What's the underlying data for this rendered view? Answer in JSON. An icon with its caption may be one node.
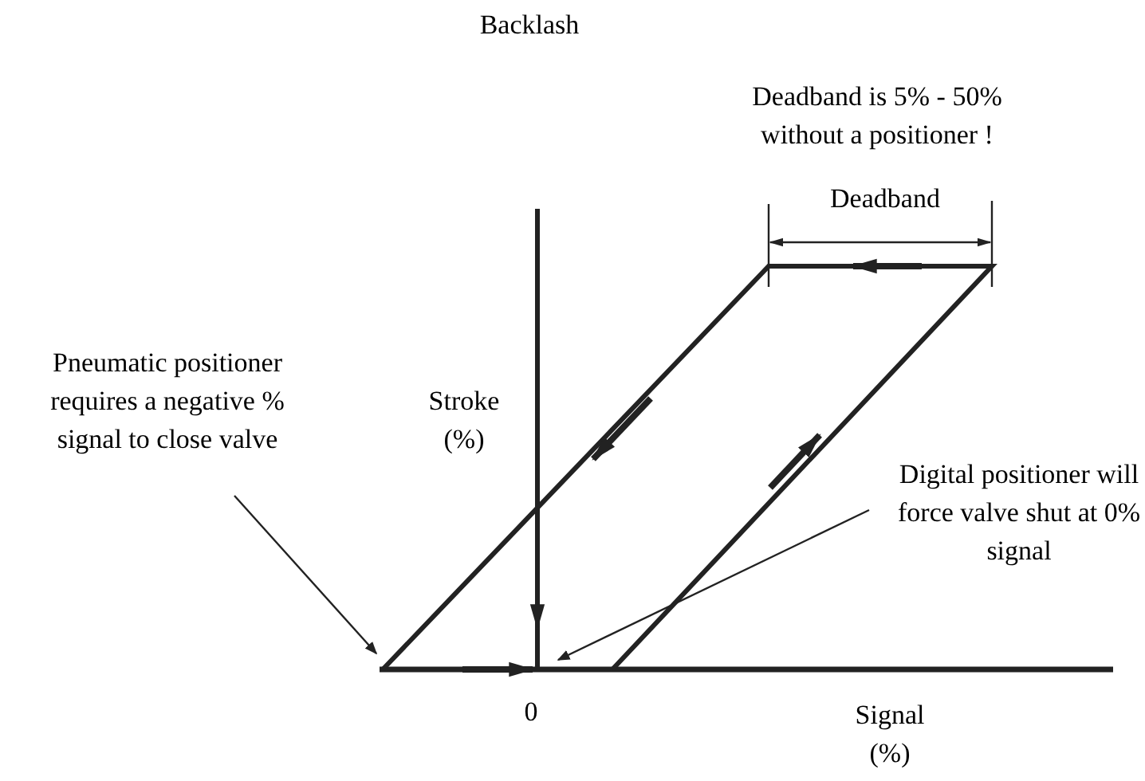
{
  "diagram": {
    "title": "Backlash",
    "nodes": [
      {
        "text": [
          "Pneumatic positioner requires a negative % signal to close valve"
        ]
      },
      {
        "text": [
          "Digital positioner will force valve shut at 0% signal"
        ]
      }
    ],
    "edges": [
      {
        "from": 0,
        "to": null,
        "arrow": "to"
      },
      {
        "from": 1,
        "to": null,
        "arrow": "to"
      }
    ],
    "labels": [
      "Deadband is 5% - 50% without a positioner !",
      "Deadband",
      "Stroke (%)",
      "0",
      "Signal (%)"
    ]
  }
}
